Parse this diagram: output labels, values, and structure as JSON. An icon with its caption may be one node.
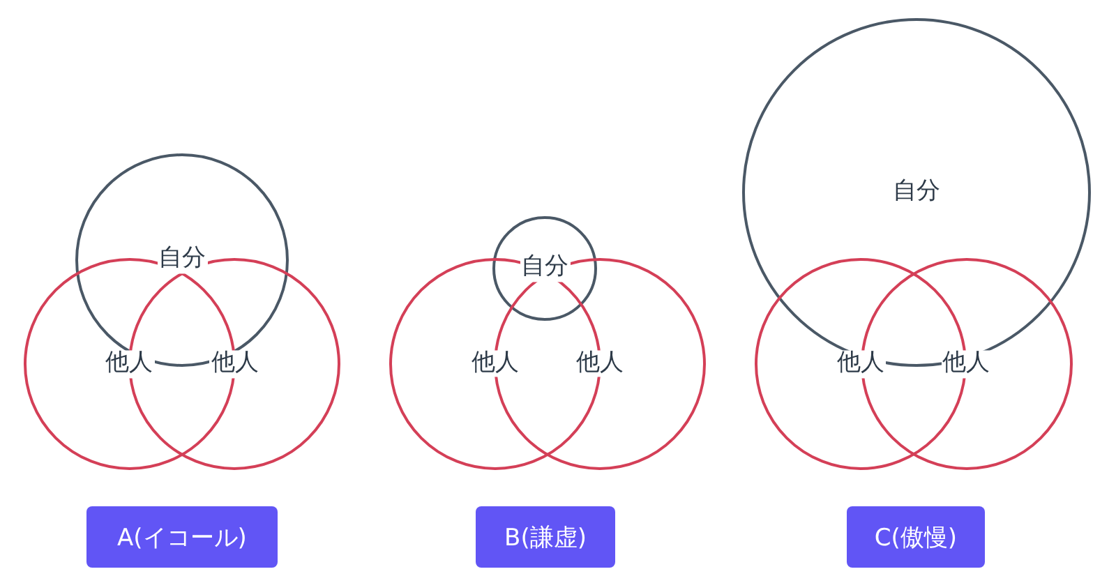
{
  "diagram": {
    "nodes": [
      {
        "text": [
          "自分"
        ]
      },
      {
        "text": [
          "他人"
        ]
      },
      {
        "text": [
          "他人"
        ]
      },
      {
        "text": [
          "A(イコール)"
        ]
      },
      {
        "text": [
          "自分"
        ]
      },
      {
        "text": [
          "他人"
        ]
      },
      {
        "text": [
          "他人"
        ]
      },
      {
        "text": [
          "B(謙虚)"
        ]
      },
      {
        "text": [
          "自分"
        ]
      },
      {
        "text": [
          "他人"
        ]
      },
      {
        "text": [
          "他人"
        ]
      },
      {
        "text": [
          "C(傲慢)"
        ]
      }
    ]
  }
}
